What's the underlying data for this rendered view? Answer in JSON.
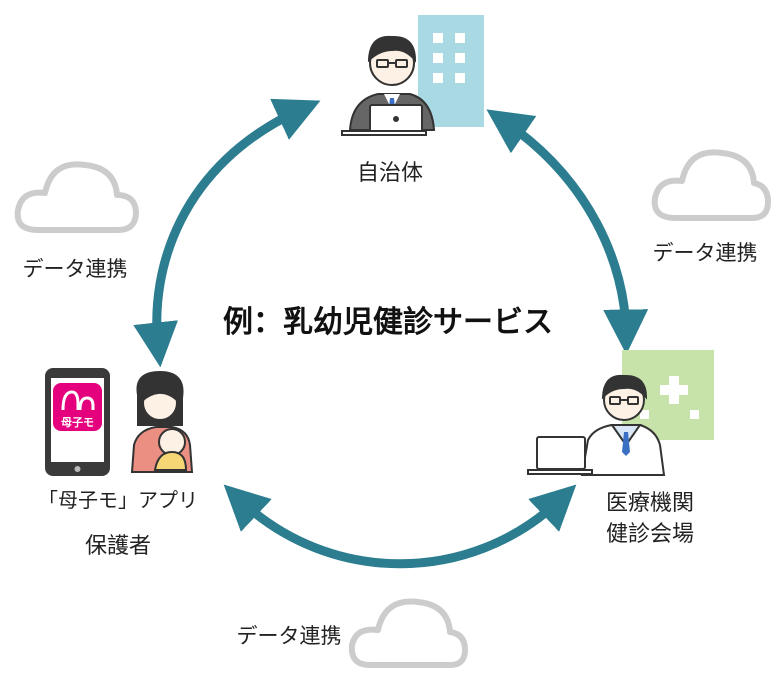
{
  "title": "例：乳幼児健診サービス",
  "nodes": {
    "government": {
      "label": "自治体"
    },
    "medical": {
      "label_line1": "医療機関",
      "label_line2": "健診会場"
    },
    "guardian": {
      "app_label": "「母子モ」アプリ",
      "label": "保護者",
      "app_icon_text": "母子モ"
    }
  },
  "links": {
    "left": "データ連携",
    "right": "データ連携",
    "bottom": "データ連携"
  },
  "colors": {
    "arrow": "#2b7d8f",
    "cloud": "#cccccc",
    "building_gov": "#a9d9e3",
    "building_med": "#c7e3a9",
    "app_pink": "#e5007e"
  }
}
